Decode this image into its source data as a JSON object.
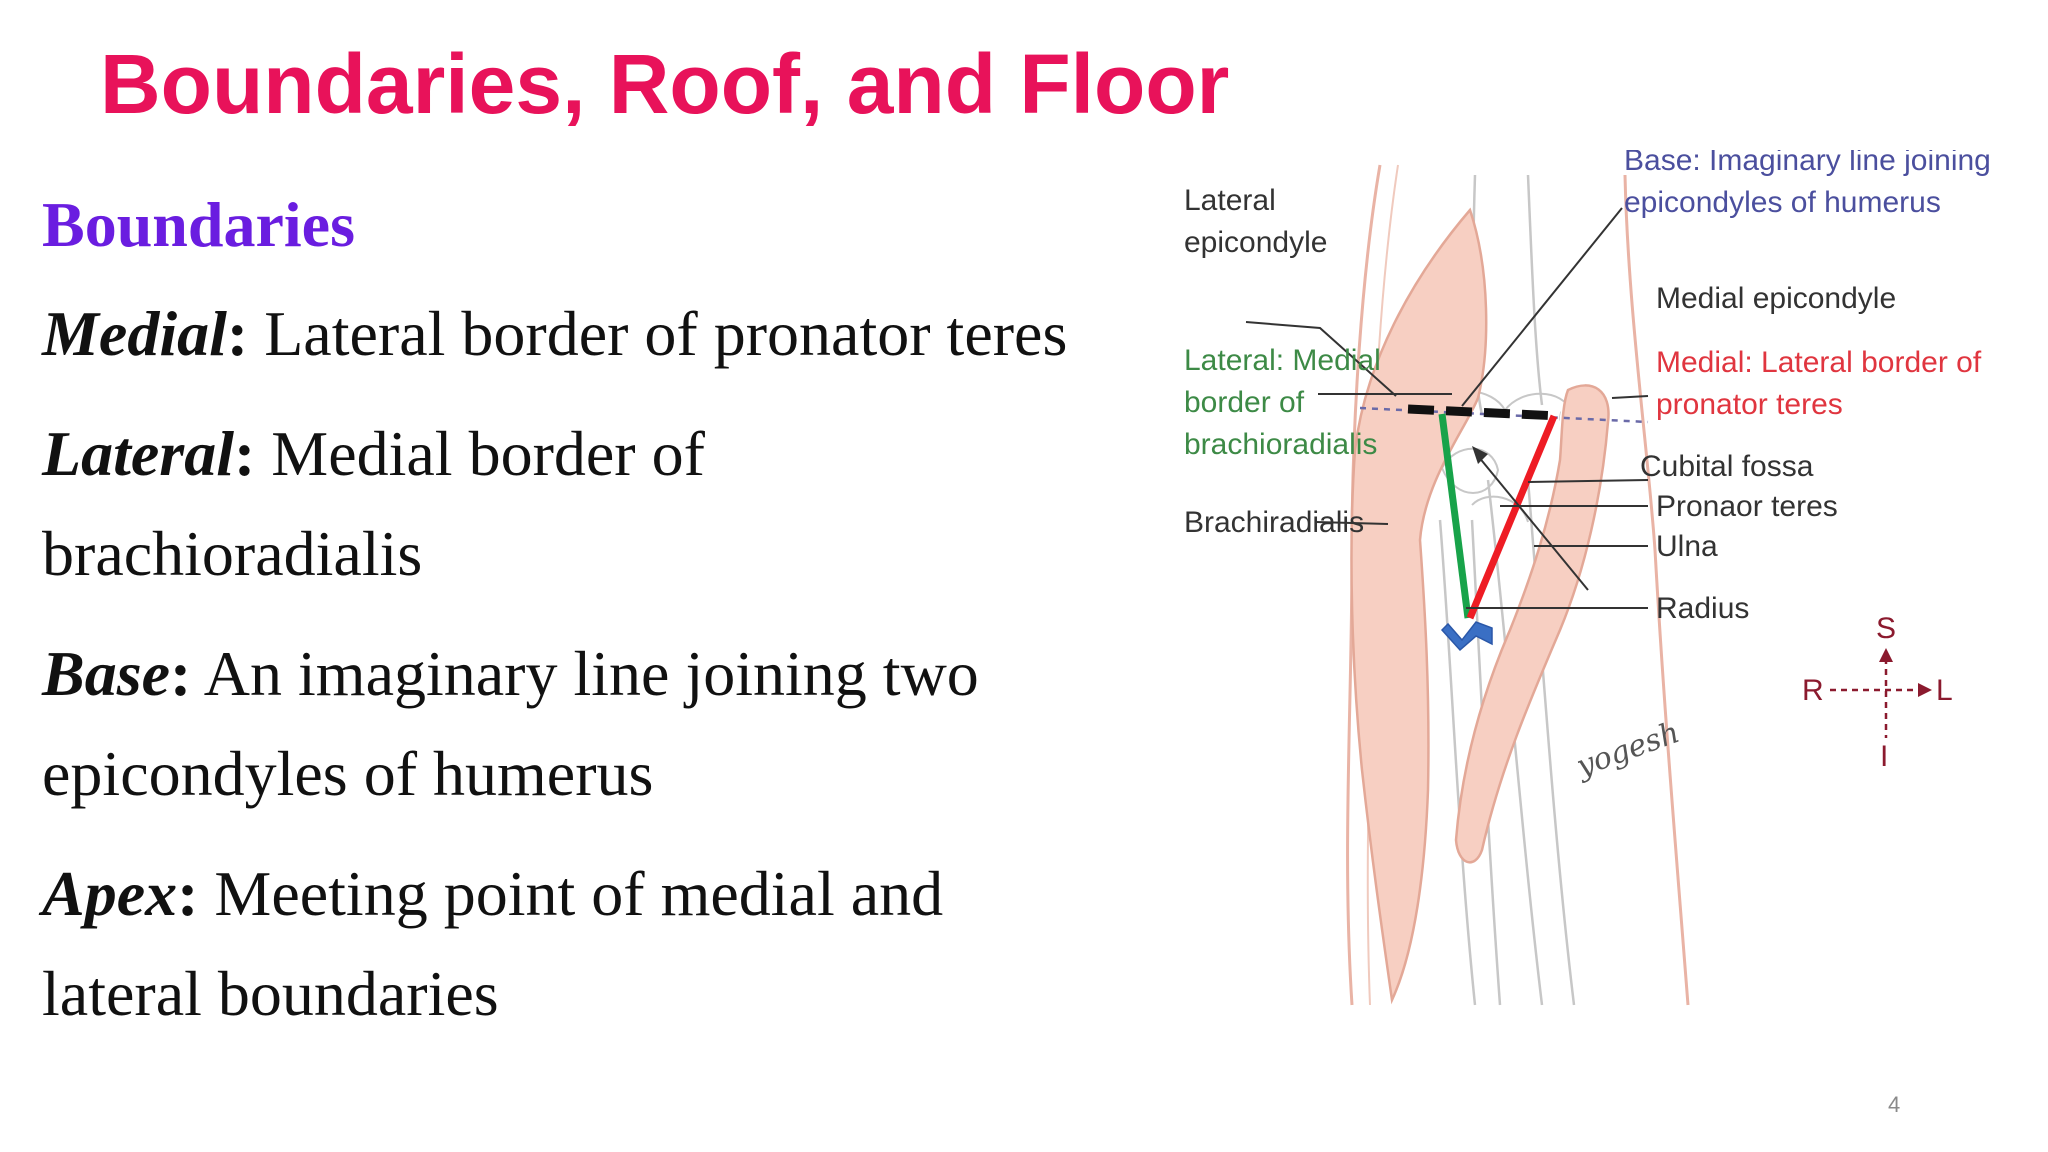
{
  "slide": {
    "title": "Boundaries, Roof, and Floor",
    "page_number": "4"
  },
  "text": {
    "heading": "Boundaries",
    "points": [
      {
        "term": "Medial",
        "desc": " Lateral border of pronator teres"
      },
      {
        "term": "Lateral",
        "desc": " Medial border of brachioradialis"
      },
      {
        "term": "Base",
        "desc": " An imaginary line joining two epicondyles of humerus"
      },
      {
        "term": "Apex",
        "desc": " Meeting point of medial and lateral boundaries"
      }
    ]
  },
  "diagram": {
    "labels": {
      "lateral_epicondyle": [
        "Lateral",
        "epicondyle"
      ],
      "base_note": [
        "Base: Imaginary line joining",
        "epicondyles of humerus"
      ],
      "medial_epicondyle": "Medial epicondyle",
      "lateral_note": [
        "Lateral: Medial",
        "border of",
        "brachioradialis"
      ],
      "medial_note": [
        "Medial: Lateral border of",
        "pronator teres"
      ],
      "cubital_fossa": "Cubital fossa",
      "brachiradialis": "Brachiradialis",
      "pronaor_teres": "Pronaor teres",
      "ulna": "Ulna",
      "radius": "Radius"
    },
    "compass": {
      "s": "S",
      "r": "R",
      "l": "L",
      "i": "I"
    },
    "signature": "yogesh",
    "colors": {
      "title": "#e8125a",
      "heading": "#6a1de0",
      "muscle_fill": "#f7cfc2",
      "muscle_stroke": "#e3a897",
      "base_note": "#4b4f9e",
      "lateral_note": "#3d8a46",
      "medial_note": "#e0353f",
      "medial_line": "#ee1c24",
      "lateral_line": "#18a34a",
      "base_line": "#111111",
      "apex_arrow": "#3a6fc4",
      "compass": "#8b1a2e"
    }
  }
}
